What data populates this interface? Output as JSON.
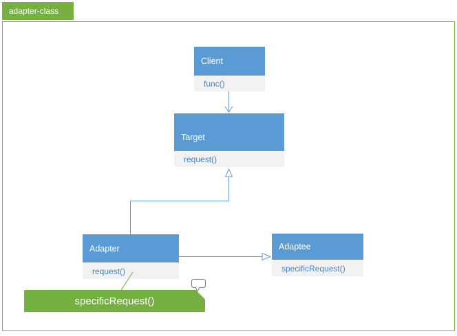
{
  "tab": {
    "label": "adapter-class"
  },
  "classes": {
    "client": {
      "name": "Client",
      "method": "func()"
    },
    "target": {
      "name": "Target",
      "method": "request()"
    },
    "adapter": {
      "name": "Adapter",
      "method": "request()"
    },
    "adaptee": {
      "name": "Adaptee",
      "method": "specificRequest()"
    }
  },
  "note": {
    "label": "specificRequest()"
  },
  "relations": [
    {
      "from": "Client",
      "to": "Target",
      "type": "directed-association"
    },
    {
      "from": "Adapter",
      "to": "Target",
      "type": "generalization"
    },
    {
      "from": "Adapter",
      "to": "Adaptee",
      "type": "open-arrow-association"
    },
    {
      "from": "Adapter.request()",
      "to": "note",
      "type": "anchor"
    }
  ],
  "icons": {
    "note_marker": "speech-bubble-icon"
  },
  "colors": {
    "green": "#76b041",
    "blue_header": "#5b9bd5",
    "body_bg": "#f2f2f2",
    "method_text": "#4286c5",
    "connector_blue": "#5b9bd5",
    "connector_green": "#8bbd5e",
    "fold_highlight": "#e6f0dc",
    "bubble_stroke": "#7f7f7f"
  }
}
